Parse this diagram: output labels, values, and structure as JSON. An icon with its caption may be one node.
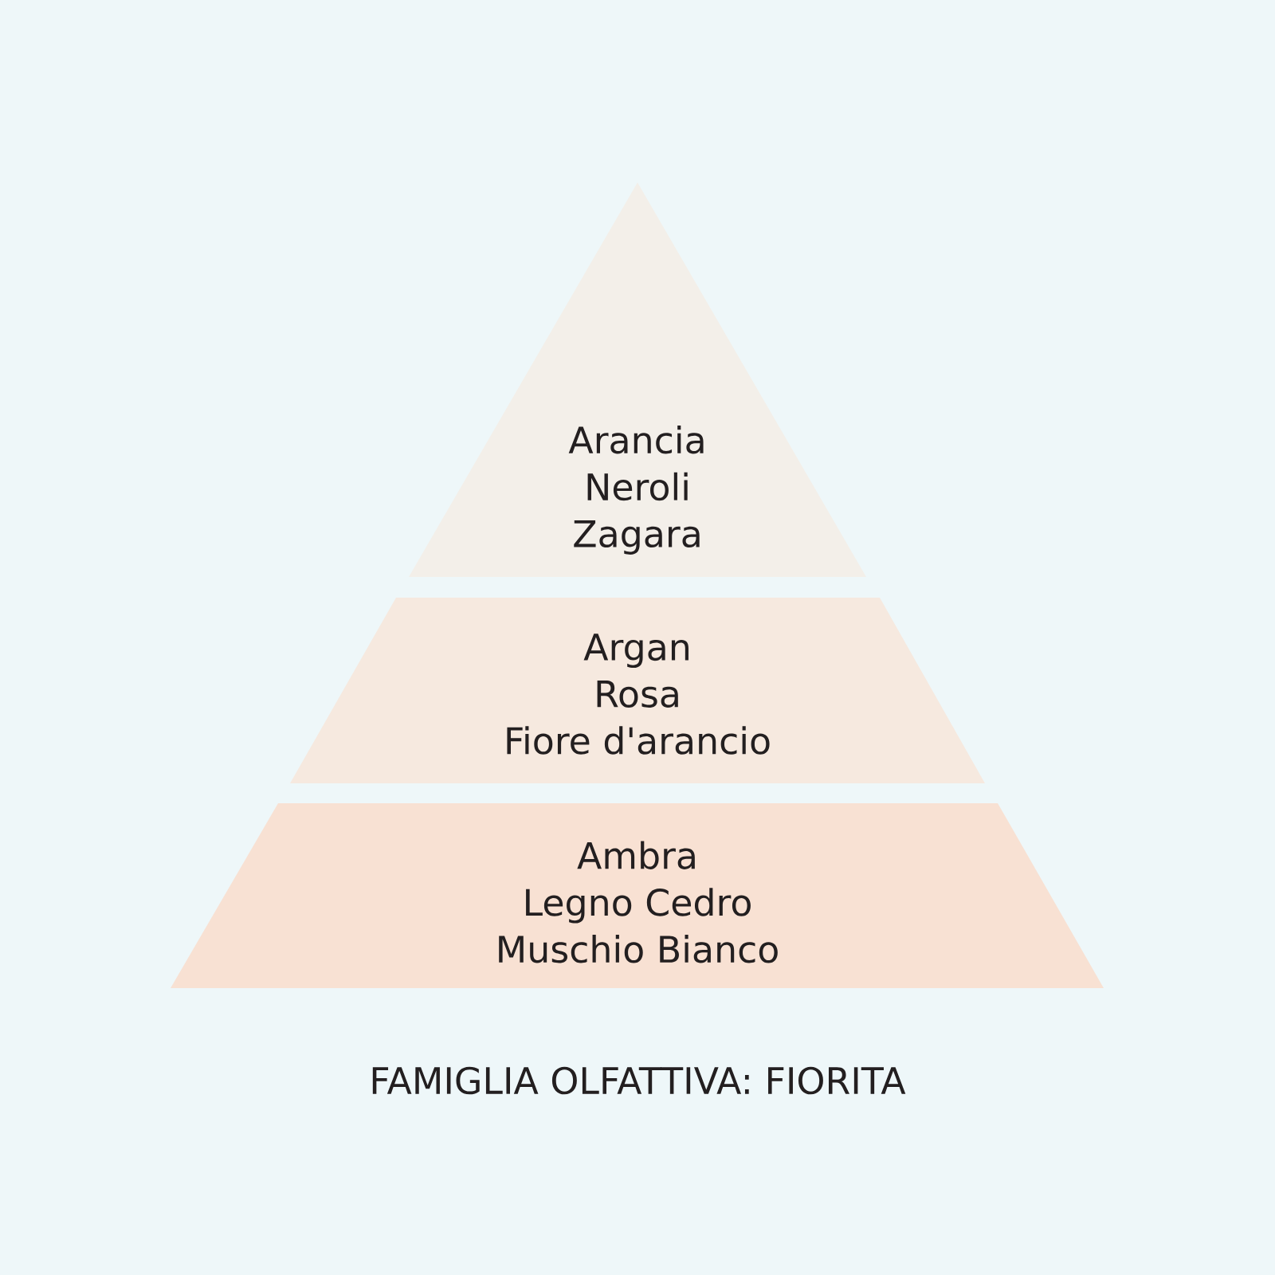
{
  "diagram": {
    "caption": "FAMIGLIA OLFATTIVA: FIORITA",
    "nodes": [
      {
        "text": [
          "Arancia",
          "Neroli",
          "Zagara"
        ]
      },
      {
        "text": [
          "Argan",
          "Rosa",
          "Fiore d'arancio"
        ]
      },
      {
        "text": [
          "Ambra",
          "Legno Cedro",
          "Muschio Bianco"
        ]
      }
    ]
  }
}
